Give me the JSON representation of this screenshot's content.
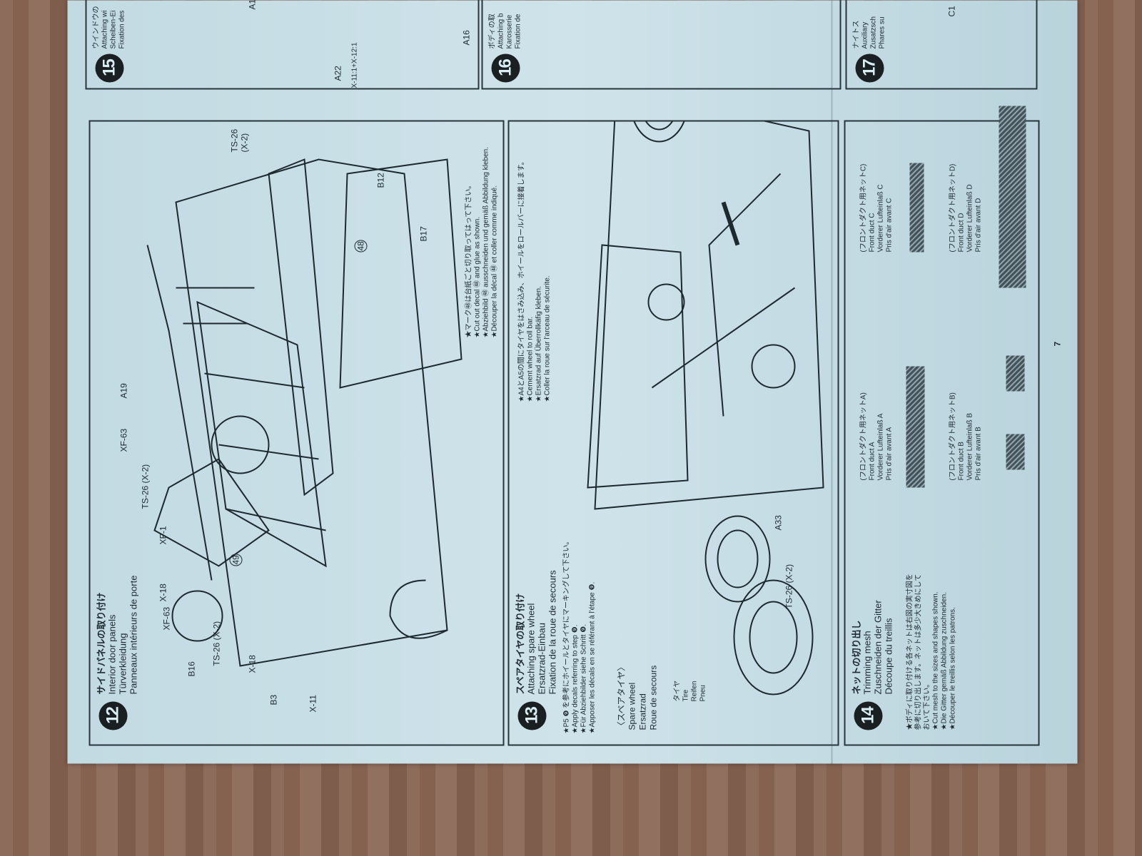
{
  "page_number": "7",
  "steps": {
    "s12": {
      "number": "12",
      "title_jp": "サイドパネルの取り付け",
      "title_en": "Interior door panels",
      "title_de": "Türverkleidung",
      "title_fr": "Panneaux intérieurs de porte",
      "notes": [
        "★マーク㊽は台紙ごと切り取ってはって下さい。",
        "★Cut out decal ㊽ and glue as shown.",
        "★Abziehbild ㊽ ausschneiden und gemäß Abbildung kleben.",
        "★Découper la décal ㊽ et coller comme indiqué."
      ],
      "labels": {
        "b12": "B12",
        "b17": "B17",
        "a19": "A19",
        "ts26a": "TS-26 (X-2)",
        "ts26b": "TS-26 (X-2)",
        "ts26c": "TS-26 (X-2)",
        "xf63a": "XF-63",
        "xf63b": "XF-63",
        "xf1": "XF-1",
        "x18a": "X-18",
        "x18b": "X-18",
        "b16": "B16",
        "b3": "B3",
        "x11": "X-11",
        "d48": "48",
        "d49": "49"
      }
    },
    "s13": {
      "number": "13",
      "title_jp": "スペアタイヤの取り付け",
      "title_en": "Attaching spare wheel",
      "title_de": "Ersatzrad-Einbau",
      "title_fr": "Fixation de la roue de secours",
      "notes_top": [
        "★A4とA5の間にタイヤをはさみ込み、ホイールをロールバーに接着します。",
        "★Cement wheel to roll bar.",
        "★Ersatzrad auf Überrollkäfig kleben.",
        "★Coller la roue sur l'arceau de sécurite."
      ],
      "notes_bottom": [
        "★P5 ❾ を参考にホイールとタイヤにマーキングして下さい。",
        "★Apply decals referring to step ❾.",
        "★Für Abziehbilder siehe Schritt ❾.",
        "★Apposer les décals en se référant à l'étape ❾."
      ],
      "spare_jp": "〈スペアタイヤ〉",
      "spare_en": "Spare wheel",
      "spare_de": "Ersatzrad",
      "spare_fr": "Roue de secours",
      "tire_jp": "タイヤ",
      "tire_en": "Tire",
      "tire_de": "Reifen",
      "tire_fr": "Pneu",
      "a33": "A33",
      "ts26": "TS-26 (X-2)"
    },
    "s14": {
      "number": "14",
      "title_jp": "ネットの切り出し",
      "title_en": "Trimming mesh",
      "title_de": "Zuschneiden der Gitter",
      "title_fr": "Découpe du treillis",
      "notes": [
        "★ボディに取り付ける各ネットは右図の実寸図を参考に切り出します。ネットは多少大きめにしておいて下さい。",
        "★Cut mesh to the sizes and shapes shown.",
        "★Die Gitter gemäß Abbildung zuschneiden.",
        "★Découper le treillis selon les patrons."
      ],
      "ducts": [
        {
          "jp": "(フロントダクト用ネットA)",
          "en": "Front duct A",
          "de": "Vorderer Lufteinlaß A",
          "fr": "Pris d'air avant A"
        },
        {
          "jp": "(フロントダクト用ネットB)",
          "en": "Front duct B",
          "de": "Vorderer Lufteinlaß B",
          "fr": "Pris d'air avant B"
        },
        {
          "jp": "(フロントダクト用ネットC)",
          "en": "Front duct C",
          "de": "Vorderer Lufteinlaß C",
          "fr": "Pris d'air avant C"
        },
        {
          "jp": "(フロントダクト用ネットD)",
          "en": "Front duct D",
          "de": "Vorderer Lufteinlaß D",
          "fr": "Pris d'air avant D"
        }
      ]
    },
    "s15": {
      "number": "15",
      "title_jp": "ウインドウの",
      "title_en": "Attaching wi",
      "title_de": "Scheiben-Ei",
      "title_fr": "Fixation des",
      "a22": "A22",
      "x11": "X-11:1+X-12:1",
      "a16": "A16",
      "a1": "A1"
    },
    "s16": {
      "number": "16",
      "title_jp": "ボディの取",
      "title_en": "Attaching b",
      "title_de": "Karosserie",
      "title_fr": "Fixation de"
    },
    "s17": {
      "number": "17",
      "title_jp": "ナイトス",
      "title_en": "Auxiliary",
      "title_de": "Zusatzsch",
      "title_fr": "Phares su",
      "c1": "C1"
    }
  }
}
